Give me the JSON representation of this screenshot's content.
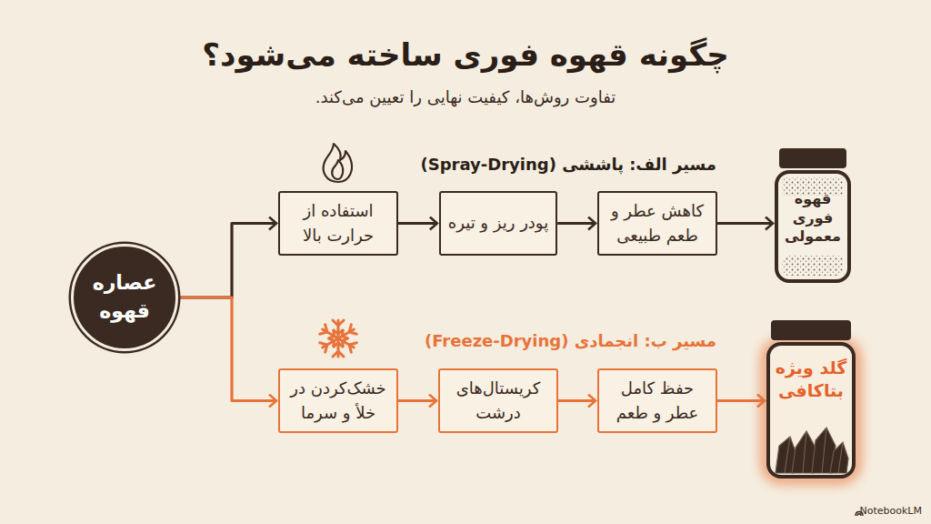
{
  "diagram": {
    "title": "چگونه قهوه فوری ساخته می‌شود؟",
    "nodes": [
      {
        "text": [
          "عصاره قهوه"
        ]
      },
      {
        "text": [
          "استفاده از حرارت بالا"
        ]
      },
      {
        "text": [
          "پودر ریز و تیره"
        ]
      },
      {
        "text": [
          "کاهش عطر و طعم طبیعی"
        ]
      },
      {
        "text": [
          "قهوه فوری معمولی"
        ]
      },
      {
        "text": [
          "خشک‌کردن در خلأ و سرما"
        ]
      },
      {
        "text": [
          "کریستال‌های درشت"
        ]
      },
      {
        "text": [
          "حفظ کامل عطر و طعم"
        ]
      },
      {
        "text": [
          "گلد ویژه بتاکافی"
        ]
      }
    ],
    "edges": [
      {
        "from": 0,
        "to": 1,
        "arrow": "to"
      },
      {
        "from": 1,
        "to": 2,
        "arrow": "to"
      },
      {
        "from": 2,
        "to": 3,
        "arrow": "to"
      },
      {
        "from": 3,
        "to": 4,
        "arrow": "to"
      },
      {
        "from": 0,
        "to": 5,
        "arrow": "to"
      },
      {
        "from": 5,
        "to": 6,
        "arrow": "to"
      },
      {
        "from": 6,
        "to": 7,
        "arrow": "to"
      },
      {
        "from": 7,
        "to": 8,
        "arrow": "to"
      }
    ],
    "labels": [
      "تفاوت روش‌ها، کیفیت نهایی را تعیین می‌کند.",
      "مسیر الف: پاششی (Spray-Drying)",
      "مسیر ب: انجمادی (Freeze-Drying)",
      "NotebookLM"
    ]
  }
}
